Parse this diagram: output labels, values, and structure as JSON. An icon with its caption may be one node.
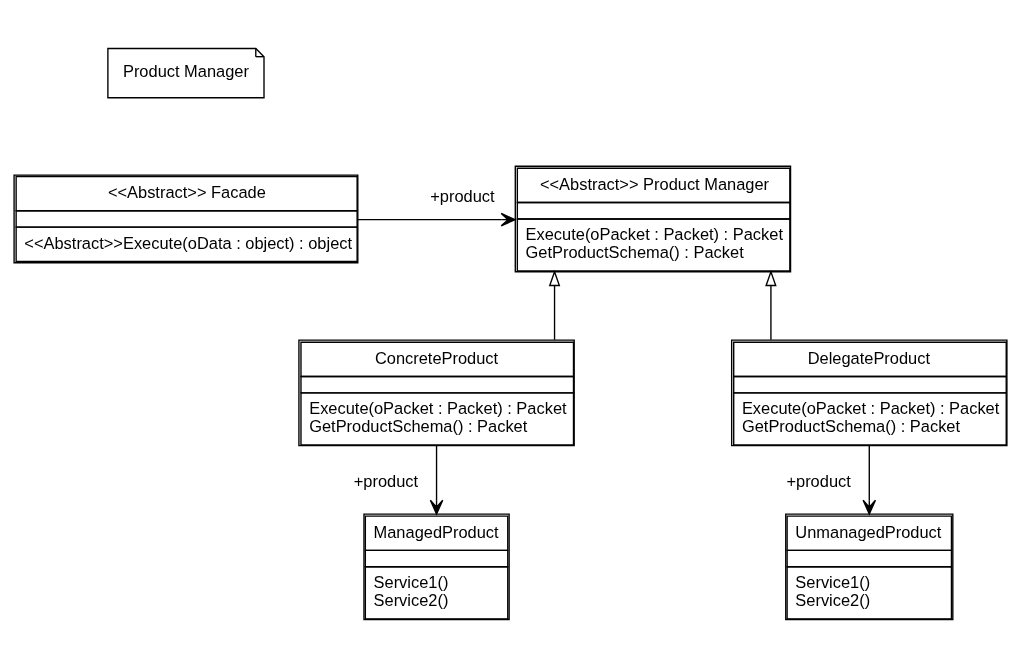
{
  "diagram": {
    "nodes": [
      {
        "text": [
          "Product Manager"
        ]
      },
      {
        "text": [
          "<<Abstract>> Facade",
          "<<Abstract>>Execute(oData : object) : object"
        ]
      },
      {
        "text": [
          "<<Abstract>> Product Manager",
          "Execute(oPacket : Packet) : Packet",
          "GetProductSchema() : Packet"
        ]
      },
      {
        "text": [
          "ConcreteProduct",
          "Execute(oPacket : Packet) : Packet",
          "GetProductSchema() : Packet"
        ]
      },
      {
        "text": [
          "DelegateProduct",
          "Execute(oPacket : Packet) : Packet",
          "GetProductSchema() : Packet"
        ]
      },
      {
        "text": [
          "ManagedProduct",
          "Service1()",
          "Service2()"
        ]
      },
      {
        "text": [
          "UnmanagedProduct",
          "Service1()",
          "Service2()"
        ]
      }
    ],
    "edges": [
      {
        "from": 1,
        "to": 2,
        "arrow": "to",
        "label": "+product"
      },
      {
        "from": 3,
        "to": 2,
        "arrow": "to"
      },
      {
        "from": 4,
        "to": 2,
        "arrow": "to"
      },
      {
        "from": 3,
        "to": 5,
        "arrow": "to",
        "label": "+product"
      },
      {
        "from": 4,
        "to": 6,
        "arrow": "to",
        "label": "+product"
      }
    ]
  }
}
